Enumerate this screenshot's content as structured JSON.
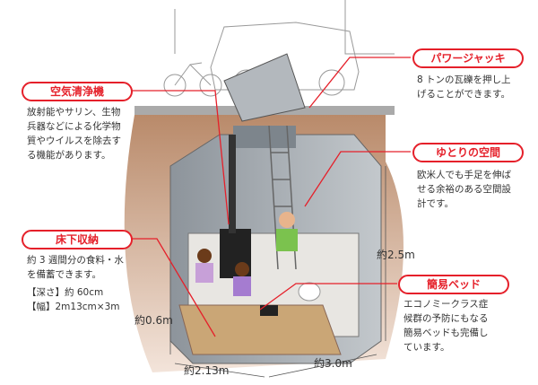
{
  "callouts": [
    {
      "title": "空気清浄機",
      "lines": [
        "放射能やサリン、生物",
        "兵器などによる化学物",
        "質やウイルスを除去す",
        "る機能があります。"
      ]
    },
    {
      "title": "パワージャッキ",
      "lines": [
        "8 トンの瓦礫を押し上",
        "げることができます。"
      ]
    },
    {
      "title": "ゆとりの空間",
      "lines": [
        "欧米人でも手足を伸ば",
        "せる余裕のある空間設",
        "計です。"
      ]
    },
    {
      "title": "床下収納",
      "lines": [
        "約 3 週間分の食料・水",
        "を備蓄できます。"
      ],
      "specs": [
        "【深さ】約 60cm",
        "【幅】2m13cm×3m"
      ]
    },
    {
      "title": "簡易ベッド",
      "lines": [
        "エコノミークラス症",
        "候群の予防にもなる",
        "簡易ベッドも完備し",
        "ています。"
      ]
    }
  ],
  "dimensions": {
    "height": "約2.5m",
    "depth": "約0.6m",
    "width": "約2.13m",
    "length": "約3.0m"
  },
  "colors": {
    "accent": "#e5202a",
    "soil": "#c99a7a",
    "shelter": "#9aa0a6"
  }
}
